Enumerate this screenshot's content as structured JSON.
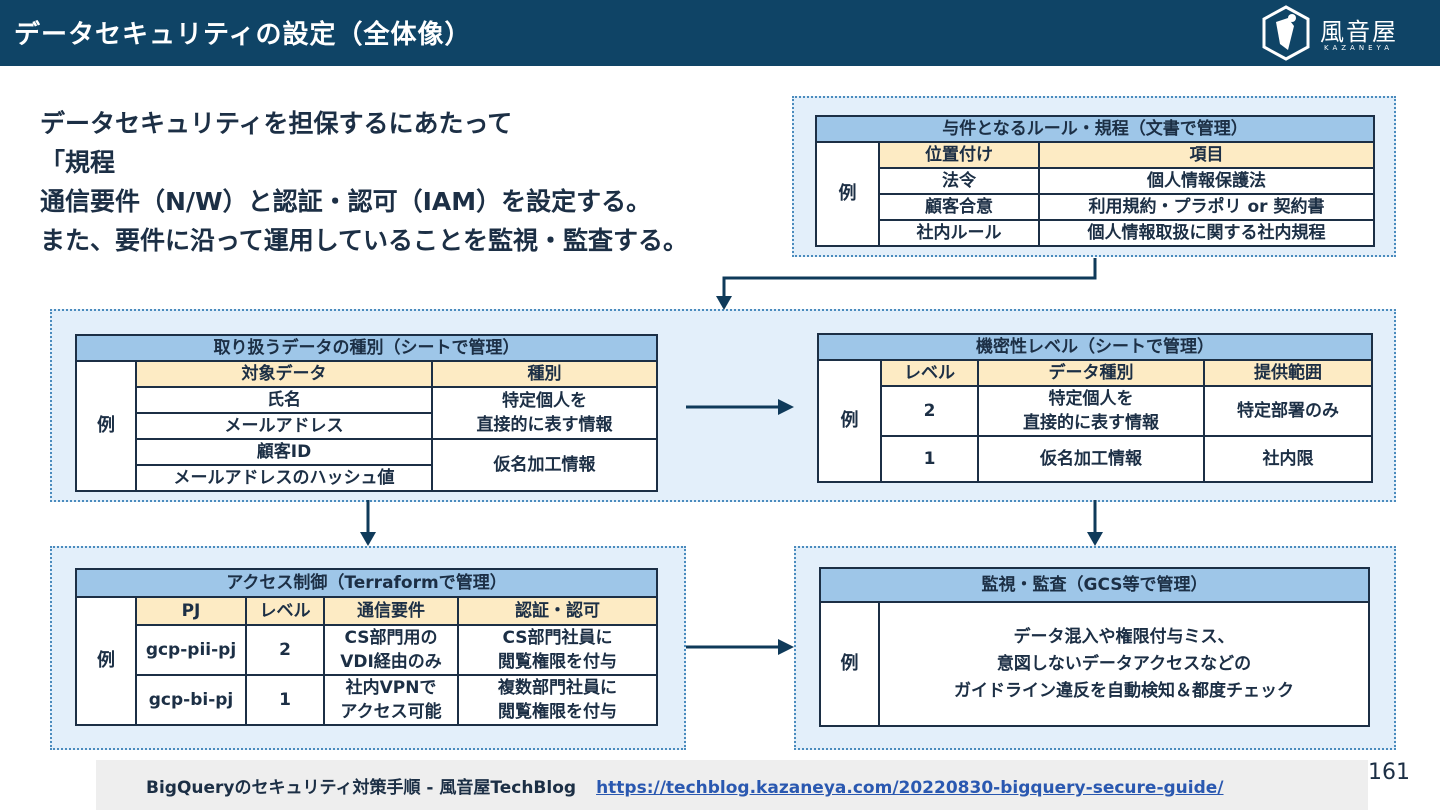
{
  "header": {
    "title": "データセキュリティの設定（全体像）"
  },
  "logo": {
    "name": "風音屋",
    "sub": "KAZANEYA"
  },
  "intro": {
    "lines": [
      "データセキュリティを担保するにあたって",
      "「規程",
      "通信要件（N/W）と認証・認可（IAM）を設定する。",
      "また、要件に沿って運用していることを監視・監査する。"
    ]
  },
  "rules": {
    "caption": "与件となるルール・規程（文書で管理）",
    "example_label": "例",
    "headers": [
      "位置付け",
      "項目"
    ],
    "rows": [
      [
        "法令",
        "個人情報保護法"
      ],
      [
        "顧客合意",
        "利用規約・プラポリ or 契約書"
      ],
      [
        "社内ルール",
        "個人情報取扱に関する社内規程"
      ]
    ]
  },
  "data_types": {
    "caption": "取り扱うデータの種別（シートで管理）",
    "example_label": "例",
    "headers": [
      "対象データ",
      "種別"
    ],
    "items": [
      "氏名",
      "メールアドレス",
      "顧客ID",
      "メールアドレスのハッシュ値"
    ],
    "types": [
      "特定個人を直接的に表す情報",
      "仮名加工情報"
    ],
    "type1_lines": [
      "特定個人を",
      "直接的に表す情報"
    ]
  },
  "confidentiality": {
    "caption": "機密性レベル（シートで管理）",
    "example_label": "例",
    "headers": [
      "レベル",
      "データ種別",
      "提供範囲"
    ],
    "row1": {
      "level": "2",
      "type_lines": [
        "特定個人を",
        "直接的に表す情報"
      ],
      "scope": "特定部署のみ"
    },
    "row2": {
      "level": "1",
      "type": "仮名加工情報",
      "scope": "社内限"
    }
  },
  "access": {
    "caption": "アクセス制御（Terraformで管理）",
    "example_label": "例",
    "headers": [
      "PJ",
      "レベル",
      "通信要件",
      "認証・認可"
    ],
    "row1": {
      "pj": "gcp-pii-pj",
      "level": "2",
      "net_lines": [
        "CS部門用の",
        "VDI経由のみ"
      ],
      "auth_lines": [
        "CS部門社員に",
        "閲覧権限を付与"
      ]
    },
    "row2": {
      "pj": "gcp-bi-pj",
      "level": "1",
      "net_lines": [
        "社内VPNで",
        "アクセス可能"
      ],
      "auth_lines": [
        "複数部門社員に",
        "閲覧権限を付与"
      ]
    }
  },
  "monitoring": {
    "caption": "監視・監査（GCS等で管理）",
    "example_label": "例",
    "lines": [
      "データ混入や権限付与ミス、",
      "意図しないデータアクセスなどの",
      "ガイドライン違反を自動検知＆都度チェック"
    ]
  },
  "footer": {
    "text": "BigQueryのセキュリティ対策手順 - 風音屋TechBlog",
    "link": "https://techblog.kazaneya.com/20220830-bigquery-secure-guide/"
  },
  "page_number": "161",
  "colors": {
    "header_bg": "#0f4466",
    "panel_bg": "#e3effa",
    "caption_bg": "#9ec6e8",
    "header_cell_bg": "#fdebc4",
    "text": "#1c2f45",
    "link": "#2a58b0"
  }
}
